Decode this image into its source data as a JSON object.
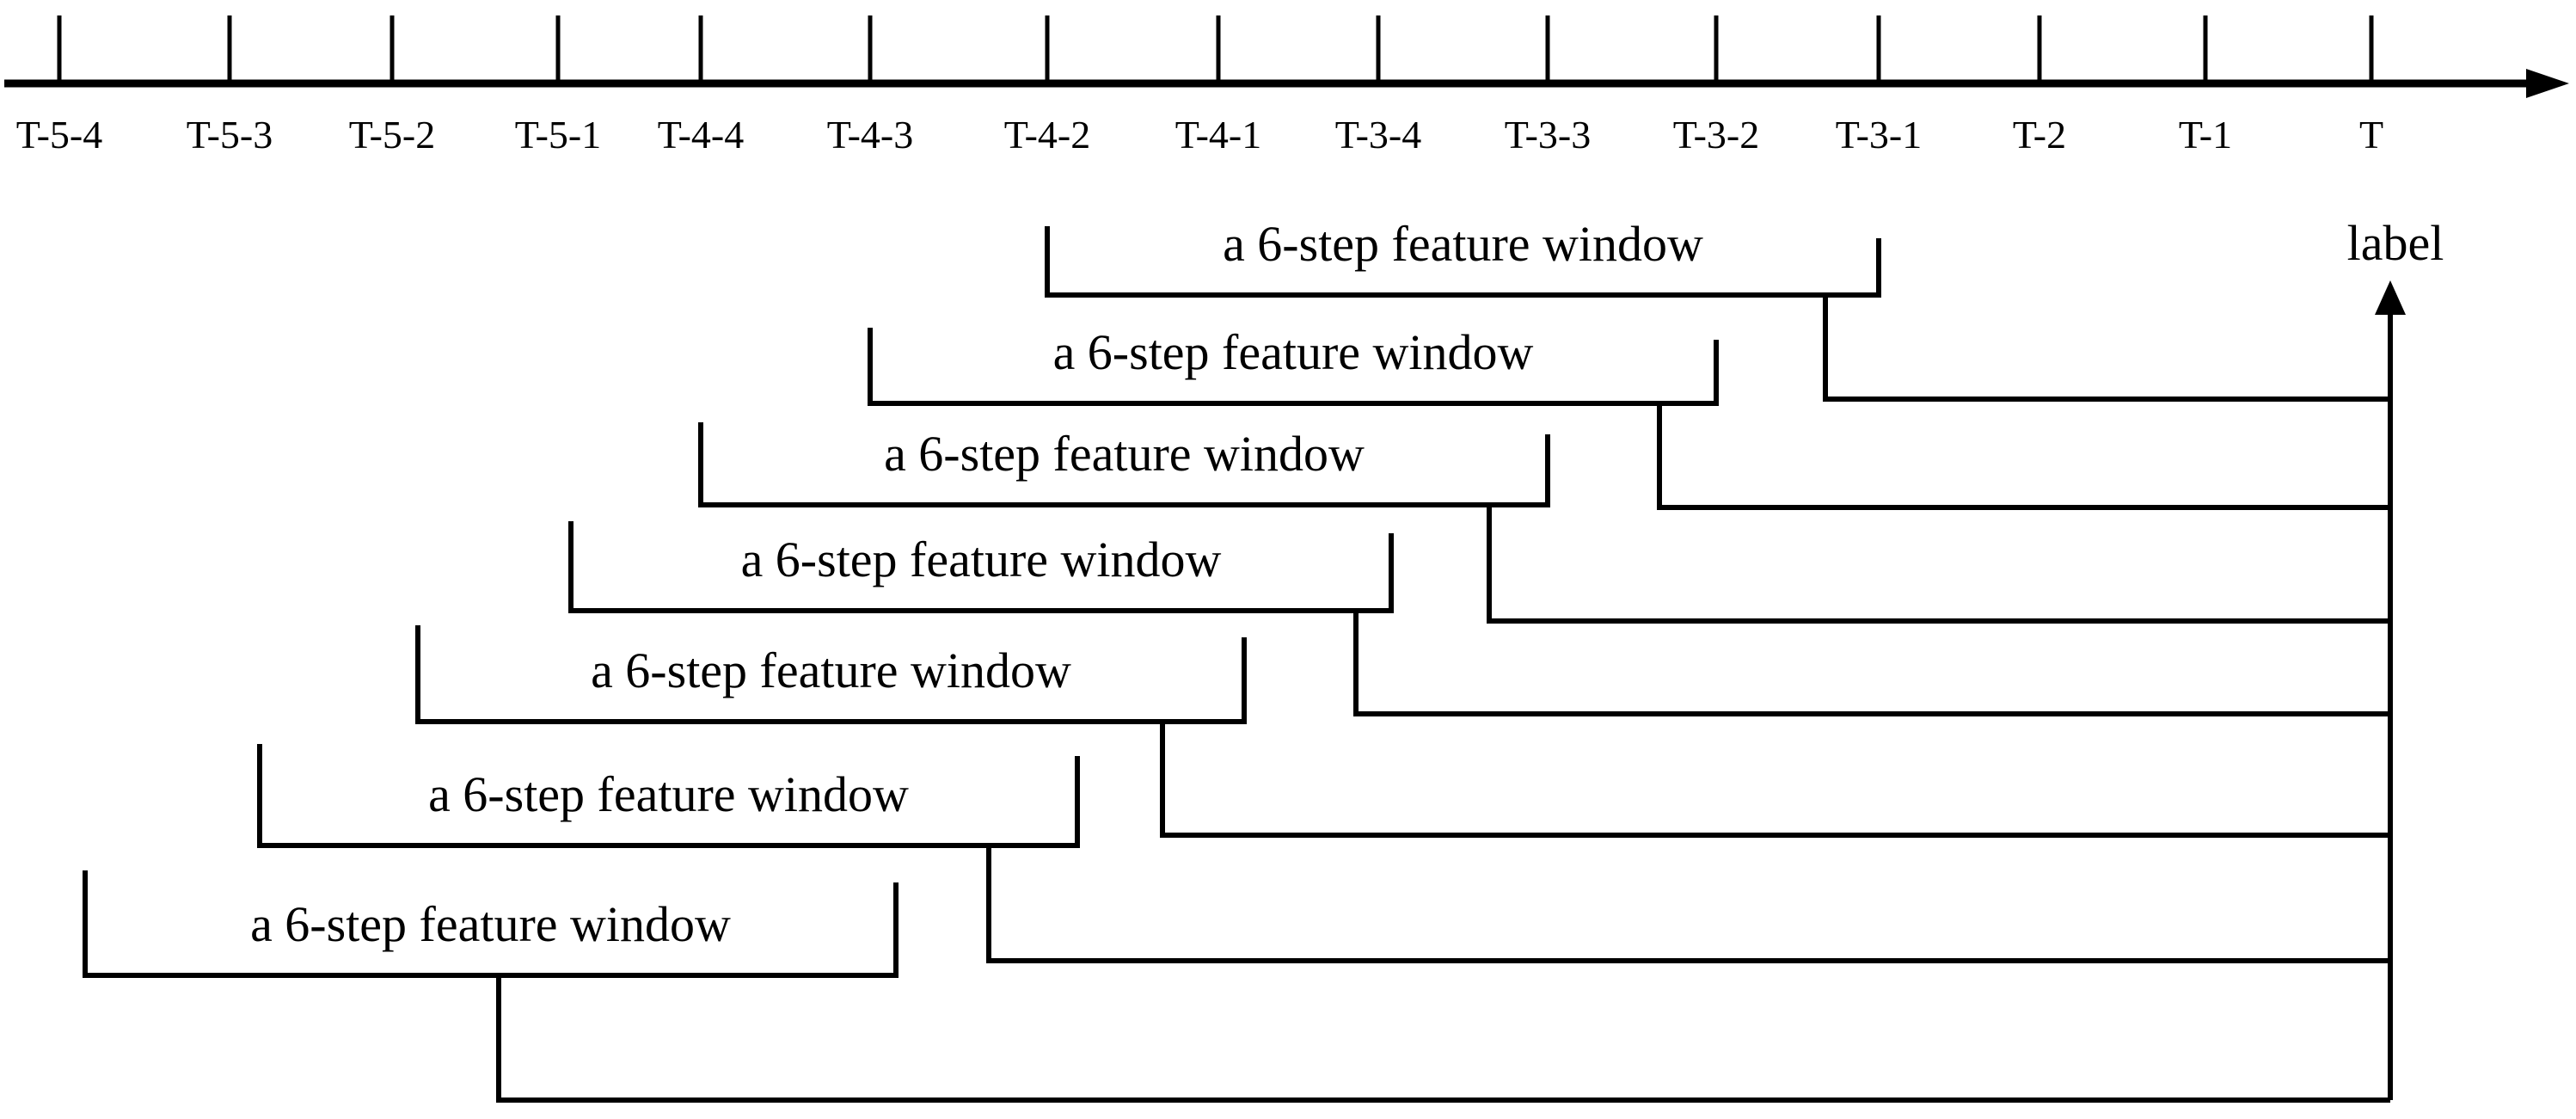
{
  "timeline": {
    "tick_labels": [
      "T-5-4",
      "T-5-3",
      "T-5-2",
      "T-5-1",
      "T-4-4",
      "T-4-3",
      "T-4-2",
      "T-4-1",
      "T-3-4",
      "T-3-3",
      "T-3-2",
      "T-3-1",
      "T-2",
      "T-1",
      "T"
    ]
  },
  "windows": [
    {
      "label": "a 6-step feature window",
      "start": "T-4-2",
      "end": "T-3-1"
    },
    {
      "label": "a 6-step feature window",
      "start": "T-4-3",
      "end": "T-3-2"
    },
    {
      "label": "a 6-step feature window",
      "start": "T-4-4",
      "end": "T-3-3"
    },
    {
      "label": "a 6-step feature window",
      "start": "T-5-1",
      "end": "T-3-4"
    },
    {
      "label": "a 6-step feature window",
      "start": "T-5-2",
      "end": "T-4-1"
    },
    {
      "label": "a 6-step feature window",
      "start": "T-5-3",
      "end": "T-4-2"
    },
    {
      "label": "a 6-step feature window",
      "start": "T-5-4",
      "end": "T-4-3"
    }
  ],
  "label_arrow": {
    "text": "label"
  },
  "colors": {
    "ink": "#000000",
    "paper": "#ffffff"
  }
}
